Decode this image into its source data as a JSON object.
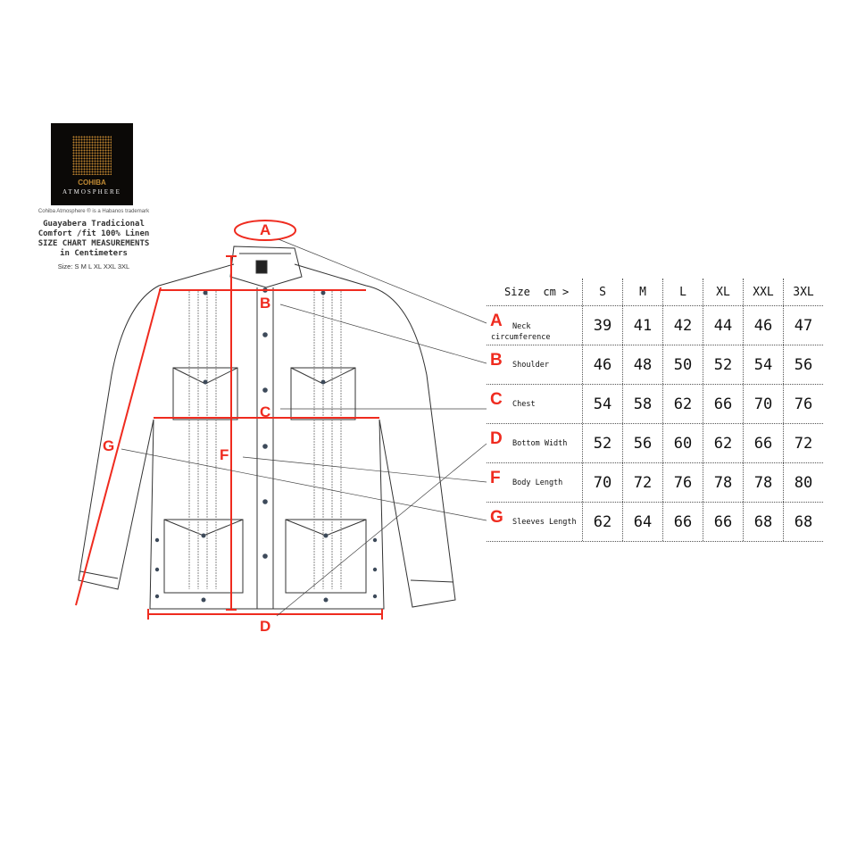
{
  "brand": {
    "name": "COHIBA",
    "sub": "ATMOSPHERE",
    "trademark": "Cohiba Atmosphere ® is a Habanos trademark"
  },
  "info": {
    "line1": "Guayabera Tradicional",
    "line2": "Comfort /fit 100% Linen",
    "line3": "SIZE CHART MEASUREMENTS",
    "line4": "in Centimeters",
    "sizes": "Size: S M L XL XXL 3XL"
  },
  "diagram_labels": {
    "A": "A",
    "B": "B",
    "C": "C",
    "D": "D",
    "F": "F",
    "G": "G"
  },
  "colors": {
    "accent": "#ef2b1f"
  },
  "table": {
    "header": "Size  cm >",
    "sizes": [
      "S",
      "M",
      "L",
      "XL",
      "XXL",
      "3XL"
    ],
    "rows": [
      {
        "letter": "A",
        "name": "Neck circumference",
        "values": [
          "39",
          "41",
          "42",
          "44",
          "46",
          "47"
        ]
      },
      {
        "letter": "B",
        "name": "Shoulder",
        "values": [
          "46",
          "48",
          "50",
          "52",
          "54",
          "56"
        ]
      },
      {
        "letter": "C",
        "name": "Chest",
        "values": [
          "54",
          "58",
          "62",
          "66",
          "70",
          "76"
        ]
      },
      {
        "letter": "D",
        "name": "Bottom Width",
        "values": [
          "52",
          "56",
          "60",
          "62",
          "66",
          "72"
        ]
      },
      {
        "letter": "F",
        "name": "Body Length",
        "values": [
          "70",
          "72",
          "76",
          "78",
          "78",
          "80"
        ]
      },
      {
        "letter": "G",
        "name": "Sleeves Length",
        "values": [
          "62",
          "64",
          "66",
          "66",
          "68",
          "68"
        ]
      }
    ]
  }
}
